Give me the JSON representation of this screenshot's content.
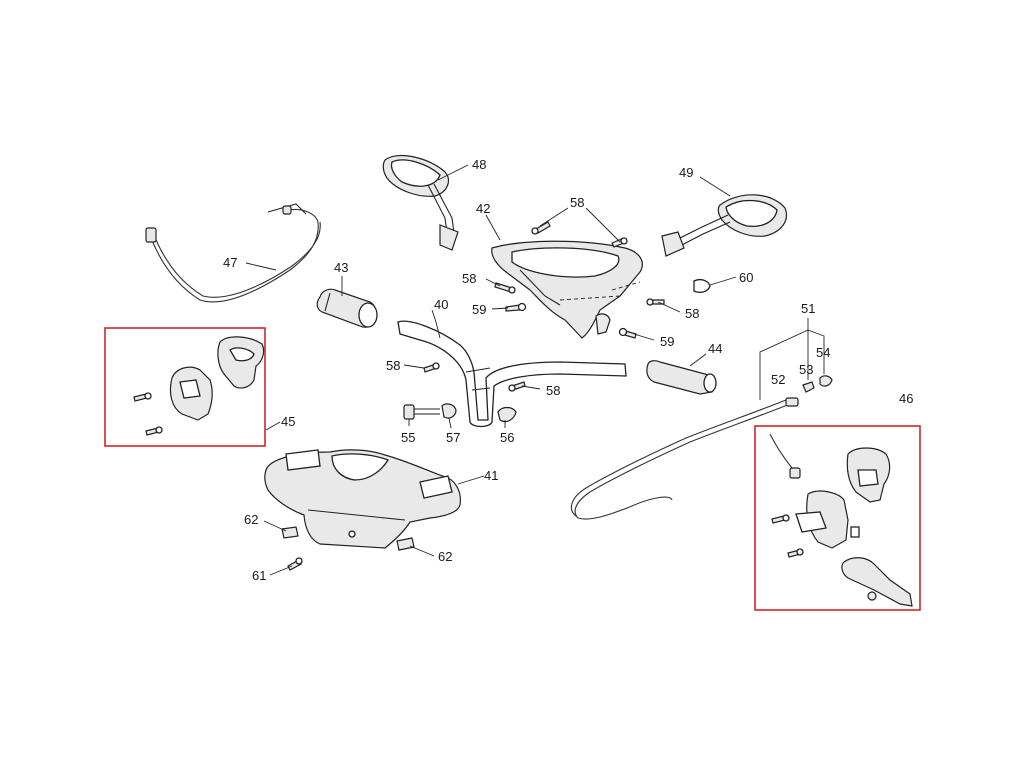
{
  "diagram": {
    "callouts": {
      "p40": "40",
      "p41": "41",
      "p42": "42",
      "p43": "43",
      "p44": "44",
      "p45": "45",
      "p46": "46",
      "p47": "47",
      "p48": "48",
      "p49": "49",
      "p51": "51",
      "p52": "52",
      "p53": "53",
      "p54": "54",
      "p55": "55",
      "p56": "56",
      "p57": "57",
      "p58a": "58",
      "p58b": "58",
      "p58c": "58",
      "p58d": "58",
      "p58e": "58",
      "p59a": "59",
      "p59b": "59",
      "p60": "60",
      "p61": "61",
      "p62a": "62",
      "p62b": "62"
    },
    "highlight_color": "#d0262a"
  }
}
